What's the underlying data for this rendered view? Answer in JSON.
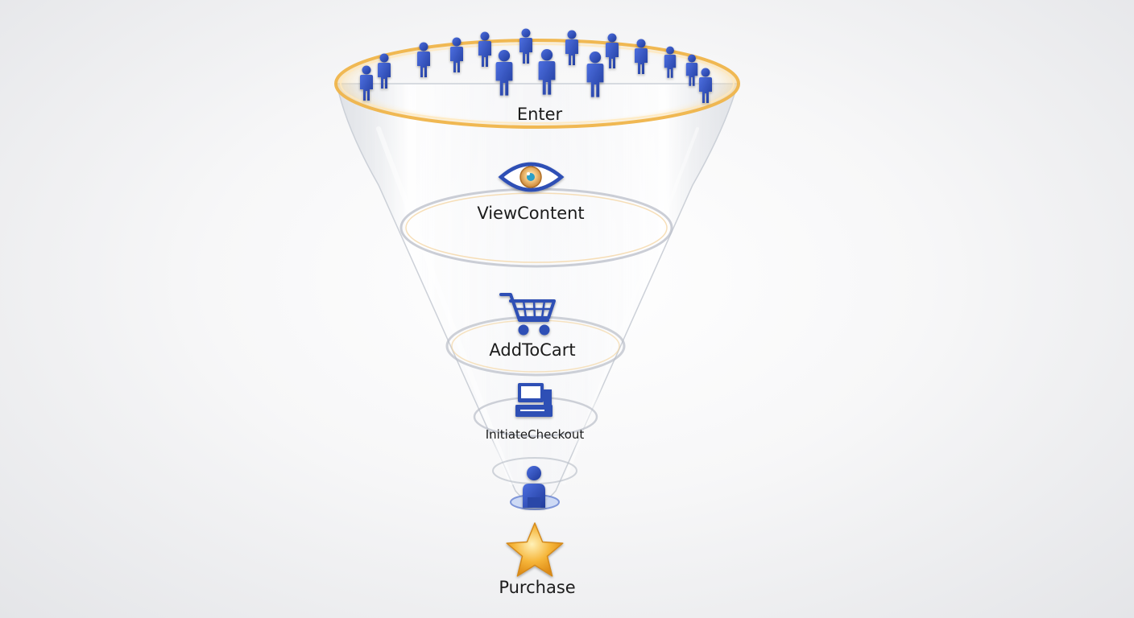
{
  "funnel": {
    "stages": [
      {
        "id": "enter",
        "label": "Enter",
        "icon": "people-crowd-icon"
      },
      {
        "id": "view-content",
        "label": "ViewContent",
        "icon": "eye-icon"
      },
      {
        "id": "add-to-cart",
        "label": "AddToCart",
        "icon": "shopping-cart-icon"
      },
      {
        "id": "initiate-checkout",
        "label": "InitiateCheckout",
        "icon": "checkout-terminal-icon"
      },
      {
        "id": "funnel-tip",
        "label": "",
        "icon": "person-icon"
      },
      {
        "id": "purchase",
        "label": "Purchase",
        "icon": "star-icon"
      }
    ]
  },
  "colors": {
    "icon_blue": "#2f4fb5",
    "ring_gold": "#f0b54a",
    "star_gold": "#f2a623",
    "label_text": "#1c1c1c"
  }
}
